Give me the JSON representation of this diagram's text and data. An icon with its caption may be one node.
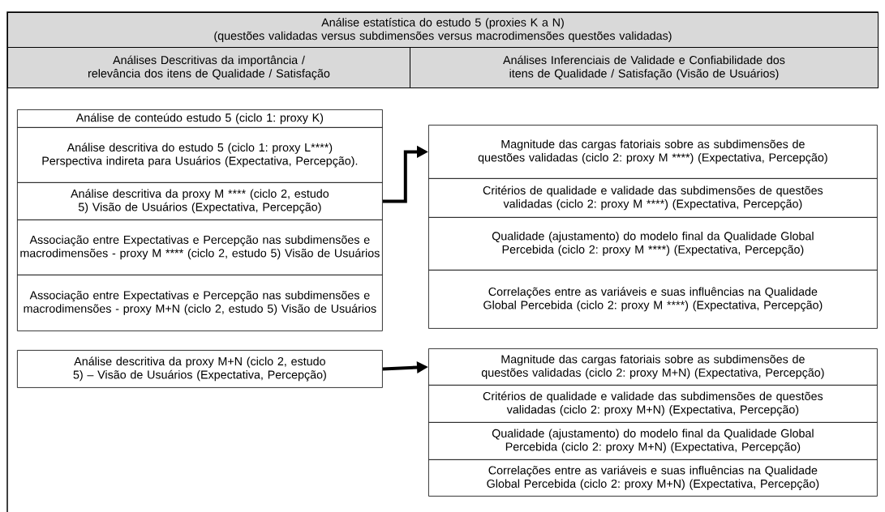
{
  "diagram": {
    "nodes": [
      {
        "text": [
          "Análise estatística do estudo 5 (proxies K a N)",
          "(questões validadas versus subdimensões versus macrodimensões questões validadas)"
        ]
      },
      {
        "text": [
          "Análises Descritivas da importância / relevância dos itens de Qualidade / Satisfação"
        ]
      },
      {
        "text": [
          "Análises Inferenciais de Validade e Confiabilidade dos itens de Qualidade / Satisfação (Visão de Usuários)"
        ]
      },
      {
        "text": [
          "Análise de conteúdo estudo 5 (ciclo 1: proxy K)"
        ]
      },
      {
        "text": [
          "Análise descritiva do estudo 5 (ciclo 1: proxy L****) Perspectiva indireta para Usuários (Expectativa, Percepção)."
        ]
      },
      {
        "text": [
          "Análise descritiva da proxy M **** (ciclo 2, estudo 5) Visão de Usuários (Expectativa, Percepção)"
        ]
      },
      {
        "text": [
          "Associação entre Expectativas e Percepção nas subdimensões e macrodimensões - proxy M **** (ciclo 2, estudo 5) Visão de Usuários"
        ]
      },
      {
        "text": [
          "Associação entre Expectativas e Percepção nas subdimensões e macrodimensões - proxy M+N (ciclo 2, estudo 5) Visão de Usuários"
        ]
      },
      {
        "text": [
          "Análise descritiva da proxy M+N (ciclo 2, estudo 5) – Visão de Usuários (Expectativa, Percepção)"
        ]
      },
      {
        "text": [
          "Magnitude das cargas fatoriais sobre as subdimensões de questões validadas (ciclo 2: proxy M ****) (Expectativa, Percepção)"
        ]
      },
      {
        "text": [
          "Critérios de qualidade e validade das subdimensões de questões validadas (ciclo 2: proxy M ****) (Expectativa, Percepção)"
        ]
      },
      {
        "text": [
          "Qualidade (ajustamento) do modelo final da Qualidade Global Percebida (ciclo 2: proxy M ****) (Expectativa, Percepção)"
        ]
      },
      {
        "text": [
          "Correlações entre as variáveis e suas influências na Qualidade Global Percebida (ciclo 2: proxy M ****) (Expectativa, Percepção)"
        ]
      },
      {
        "text": [
          "Magnitude das cargas fatoriais sobre as subdimensões de questões validadas (ciclo 2: proxy M+N) (Expectativa, Percepção)"
        ]
      },
      {
        "text": [
          "Critérios de qualidade e validade das subdimensões de questões validadas (ciclo 2: proxy M+N) (Expectativa, Percepção)"
        ]
      },
      {
        "text": [
          "Qualidade (ajustamento) do modelo final da Qualidade Global Percebida (ciclo 2: proxy M+N) (Expectativa, Percepção)"
        ]
      },
      {
        "text": [
          "Correlações entre as variáveis e suas influências na Qualidade Global Percebida (ciclo 2: proxy M+N) (Expectativa, Percepção)"
        ]
      }
    ],
    "edges": [
      {
        "from": 5,
        "to": 9,
        "arrow": "to"
      },
      {
        "from": 8,
        "to": 13,
        "arrow": "to"
      }
    ]
  }
}
